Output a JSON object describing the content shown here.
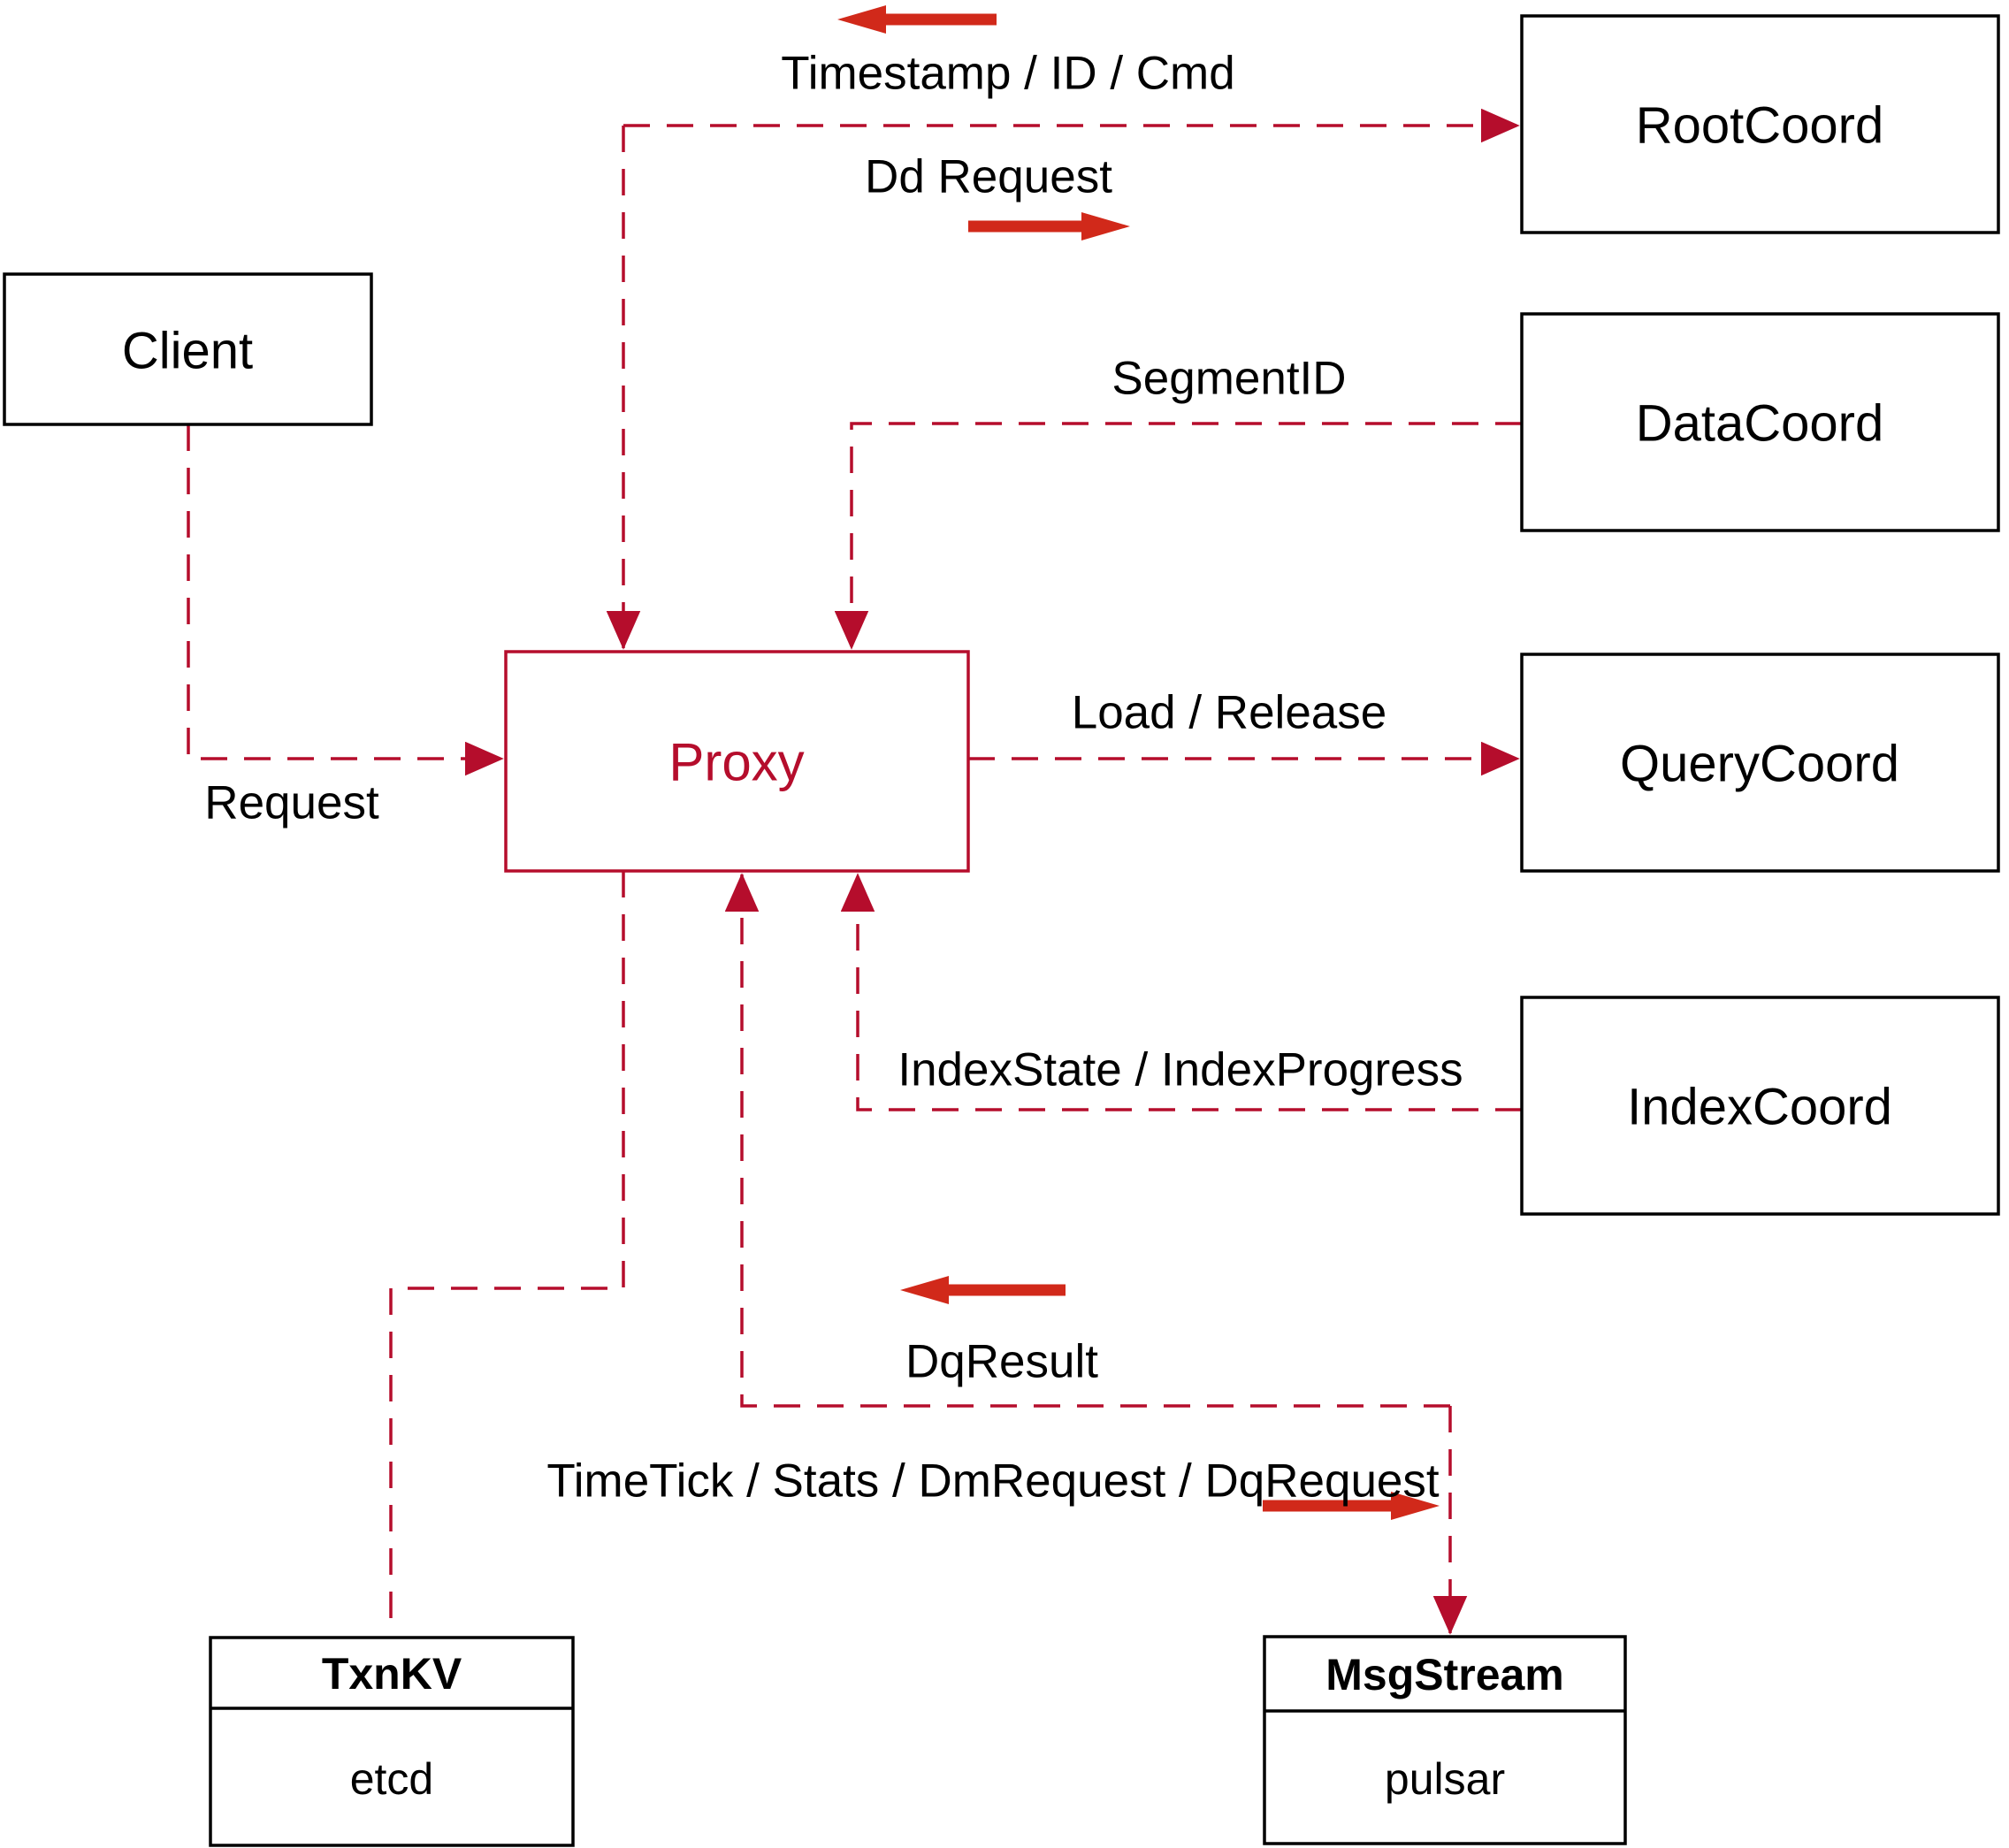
{
  "colors": {
    "line_red": "#B50D2C",
    "arrow_red": "#D1291A",
    "box_border": "#000000",
    "text": "#000000",
    "background": "#FFFFFF"
  },
  "nodes": {
    "client": {
      "label": "Client"
    },
    "root_coord": {
      "label": "RootCoord"
    },
    "data_coord": {
      "label": "DataCoord"
    },
    "query_coord": {
      "label": "QueryCoord"
    },
    "index_coord": {
      "label": "IndexCoord"
    },
    "proxy": {
      "label": "Proxy"
    },
    "txn_kv": {
      "title": "TxnKV",
      "subtitle": "etcd"
    },
    "msg_stream": {
      "title": "MsgStream",
      "subtitle": "pulsar"
    }
  },
  "edge_labels": {
    "timestamp": "Timestamp / ID / Cmd",
    "dd_request": "Dd Request",
    "segment_id": "SegmentID",
    "load_release": "Load / Release",
    "index_state": "IndexState / IndexProgress",
    "request": "Request",
    "dq_result": "DqResult",
    "time_tick": "TimeTick / Stats / DmRequest / DqRequest"
  }
}
